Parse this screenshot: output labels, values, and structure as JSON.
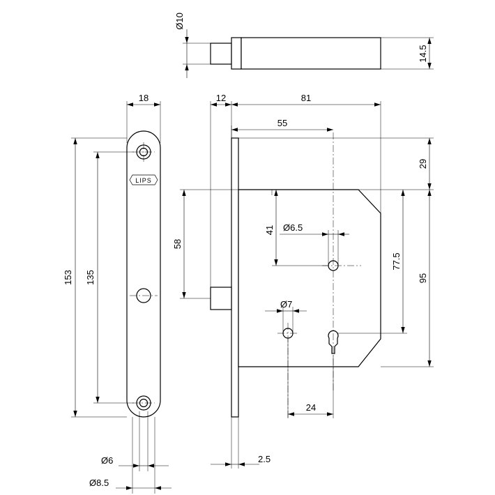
{
  "logo": "LIPS",
  "dimensions": {
    "bolt_diameter": "Ø10",
    "bolt_height": "14.5",
    "faceplate_width": "18",
    "bolt_offset": "12",
    "case_depth": "81",
    "backset": "55",
    "top_to_case": "29",
    "faceplate_height": "153",
    "screw_spacing": "135",
    "bolt_height_58": "58",
    "hole_dist_41": "41",
    "hole_dia_65": "Ø6.5",
    "hole_spacing_775": "77.5",
    "case_height": "95",
    "hole_dia_7": "Ø7",
    "hole_dist_24": "24",
    "screw_dia_6": "Ø6",
    "plate_thickness": "2.5",
    "screw_head_dia": "Ø8.5"
  }
}
